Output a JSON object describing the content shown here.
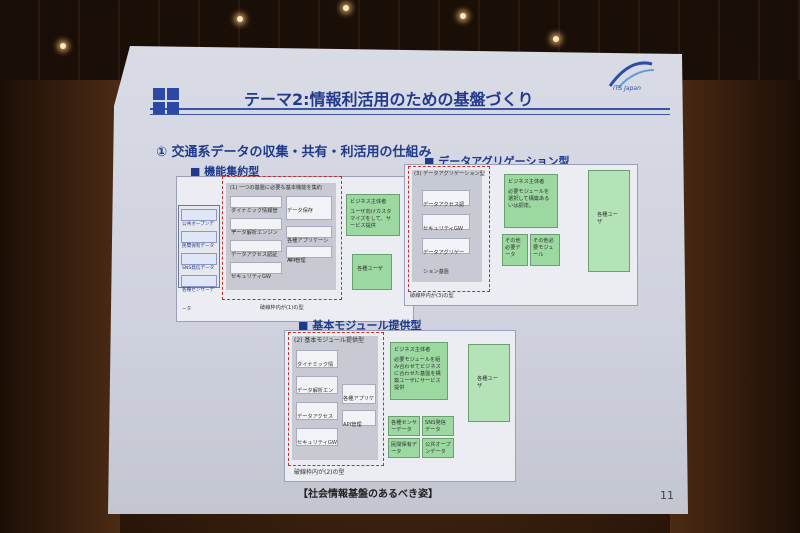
{
  "slide": {
    "title": "テーマ2:情報利活用のための基盤づくり",
    "logo_text": "ITS Japan",
    "section": "① 交通系データの収集・共有・利活用の仕組み",
    "page_number": "11",
    "footer": "【社会情報基盤のあるべき姿】"
  },
  "left_panel": {
    "heading": "■ 機能集約型",
    "inner_title": "(1) 一つの基盤に必要な基本機能を集約",
    "sources": [
      "公共オープンデータ",
      "民間保有データ",
      "SNS発信データ",
      "各種センサーデータ"
    ],
    "modules": [
      "ダイナミック情報管理",
      "データ解析エンジン",
      "データアクセス認証",
      "セキュリティGW"
    ],
    "db": "データ保存",
    "apps": [
      "各種アプリケーション",
      "API管理"
    ],
    "biz": "ビジネス主体者",
    "biz_desc": "ユーザ向けカスタマイズをして、サービス提供",
    "users": "各種ユーザ",
    "caption": "破線枠内が(1)の型"
  },
  "right_panel": {
    "heading": "■ データアグリゲーション型",
    "inner_title": "(3) データアグリゲーション型",
    "modules": [
      "データアクセス認証",
      "セキュリティGW",
      "データアグリゲーション基盤"
    ],
    "biz": "ビジネス主体者",
    "biz_desc": "必要モジュールを選択して構築あるいは調達。",
    "extra1": "その他必要データ",
    "extra2": "その他必要モジュール",
    "users": "各種ユーザ",
    "caption": "破線枠内が(3)の型"
  },
  "bottom_panel": {
    "heading": "■ 基本モジュール提供型",
    "inner_title": "(2) 基本モジュール提供型",
    "modules": [
      "ダイナミック情報管理",
      "データ解析エンジン",
      "データアクセス認証",
      "セキュリティGW"
    ],
    "apps": [
      "各種アプリケーション",
      "API管理"
    ],
    "biz": "ビジネス主体者",
    "biz_desc": "必要モジュールを組み合わせてビジネスに合わせた基盤を構築ユーザにサービス提供",
    "data": [
      "各種センサーデータ",
      "SNS発信データ",
      "民間保有データ",
      "公共オープンデータ"
    ],
    "users": "各種ユーザ",
    "caption": "破線枠内が(2)の型"
  }
}
